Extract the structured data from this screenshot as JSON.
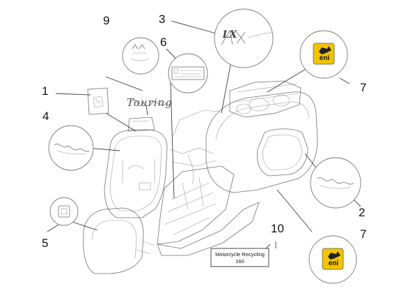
{
  "diagram": {
    "callouts": [
      {
        "id": "callout-1",
        "number": "1"
      },
      {
        "id": "callout-2",
        "number": "2"
      },
      {
        "id": "callout-3",
        "number": "3"
      },
      {
        "id": "callout-4",
        "number": "4"
      },
      {
        "id": "callout-5",
        "number": "5"
      },
      {
        "id": "callout-6",
        "number": "6"
      },
      {
        "id": "callout-7a",
        "number": "7"
      },
      {
        "id": "callout-7b",
        "number": "7"
      },
      {
        "id": "callout-9",
        "number": "9"
      },
      {
        "id": "callout-10",
        "number": "10"
      }
    ],
    "badge_text": "eni",
    "touring_text": "Touring",
    "lx_text": "LX",
    "recycling_label": {
      "line1": "Motorcycle Recycling",
      "line2": "160"
    }
  },
  "colors": {
    "line": "#3a3a3a",
    "sketch": "#6b6b6b",
    "badge_yellow": "#f2c400"
  }
}
